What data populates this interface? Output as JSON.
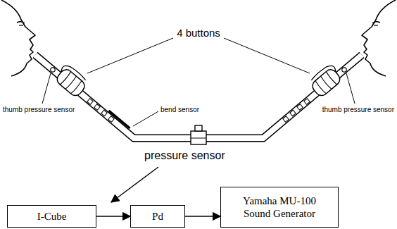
{
  "diagram": {
    "nodes": [
      {
        "text": [
          "I-Cube"
        ]
      },
      {
        "text": [
          "Pd"
        ]
      },
      {
        "text": [
          "Yamaha MU-100 Sound Generator"
        ]
      }
    ],
    "edges": [
      {
        "from": 0,
        "to": 1,
        "arrow": "to"
      },
      {
        "from": 1,
        "to": 2,
        "arrow": "to"
      }
    ],
    "labels": [
      "4 buttons",
      "thumb pressure sensor",
      "thumb pressure sensor",
      "bend sensor",
      "pressure sensor"
    ]
  }
}
